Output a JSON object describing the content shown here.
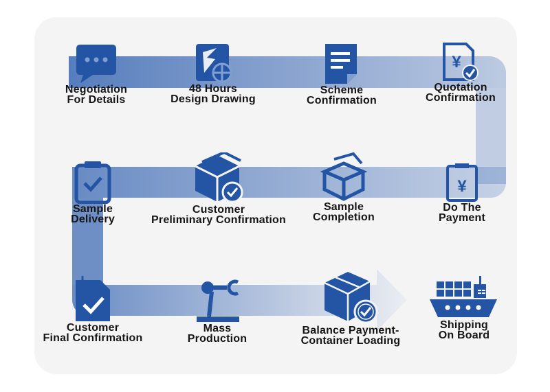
{
  "colors": {
    "accent": "#2455a5",
    "band": "#3a68b3",
    "background": "#f4f4f5"
  },
  "steps": [
    {
      "l1": "Negotiation",
      "l2": "For Details",
      "icon": "chat-bubble-icon"
    },
    {
      "l1": "48 Hours",
      "l2": "Design Drawing",
      "icon": "design-tools-icon"
    },
    {
      "l1": "Scheme",
      "l2": "Confirmation",
      "icon": "document-icon"
    },
    {
      "l1": "Quotation",
      "l2": "Confirmation",
      "icon": "yen-document-check-icon"
    },
    {
      "l1": "Do The",
      "l2": "Payment",
      "icon": "yen-clipboard-icon"
    },
    {
      "l1": "Sample",
      "l2": "Completion",
      "icon": "open-box-icon"
    },
    {
      "l1": "Customer",
      "l2": "Preliminary Confirmation",
      "icon": "box-check-icon"
    },
    {
      "l1": "Sample",
      "l2": "Delivery",
      "icon": "clipboard-check-icon"
    },
    {
      "l1": "Customer",
      "l2": "Final Confirmation",
      "icon": "document-check-icon"
    },
    {
      "l1": "Mass",
      "l2": "Production",
      "icon": "robot-arm-icon"
    },
    {
      "l1": "Balance Payment-",
      "l2": "Container Loading",
      "icon": "package-check-icon"
    },
    {
      "l1": "Shipping",
      "l2": "On Board",
      "icon": "cargo-ship-icon"
    }
  ]
}
